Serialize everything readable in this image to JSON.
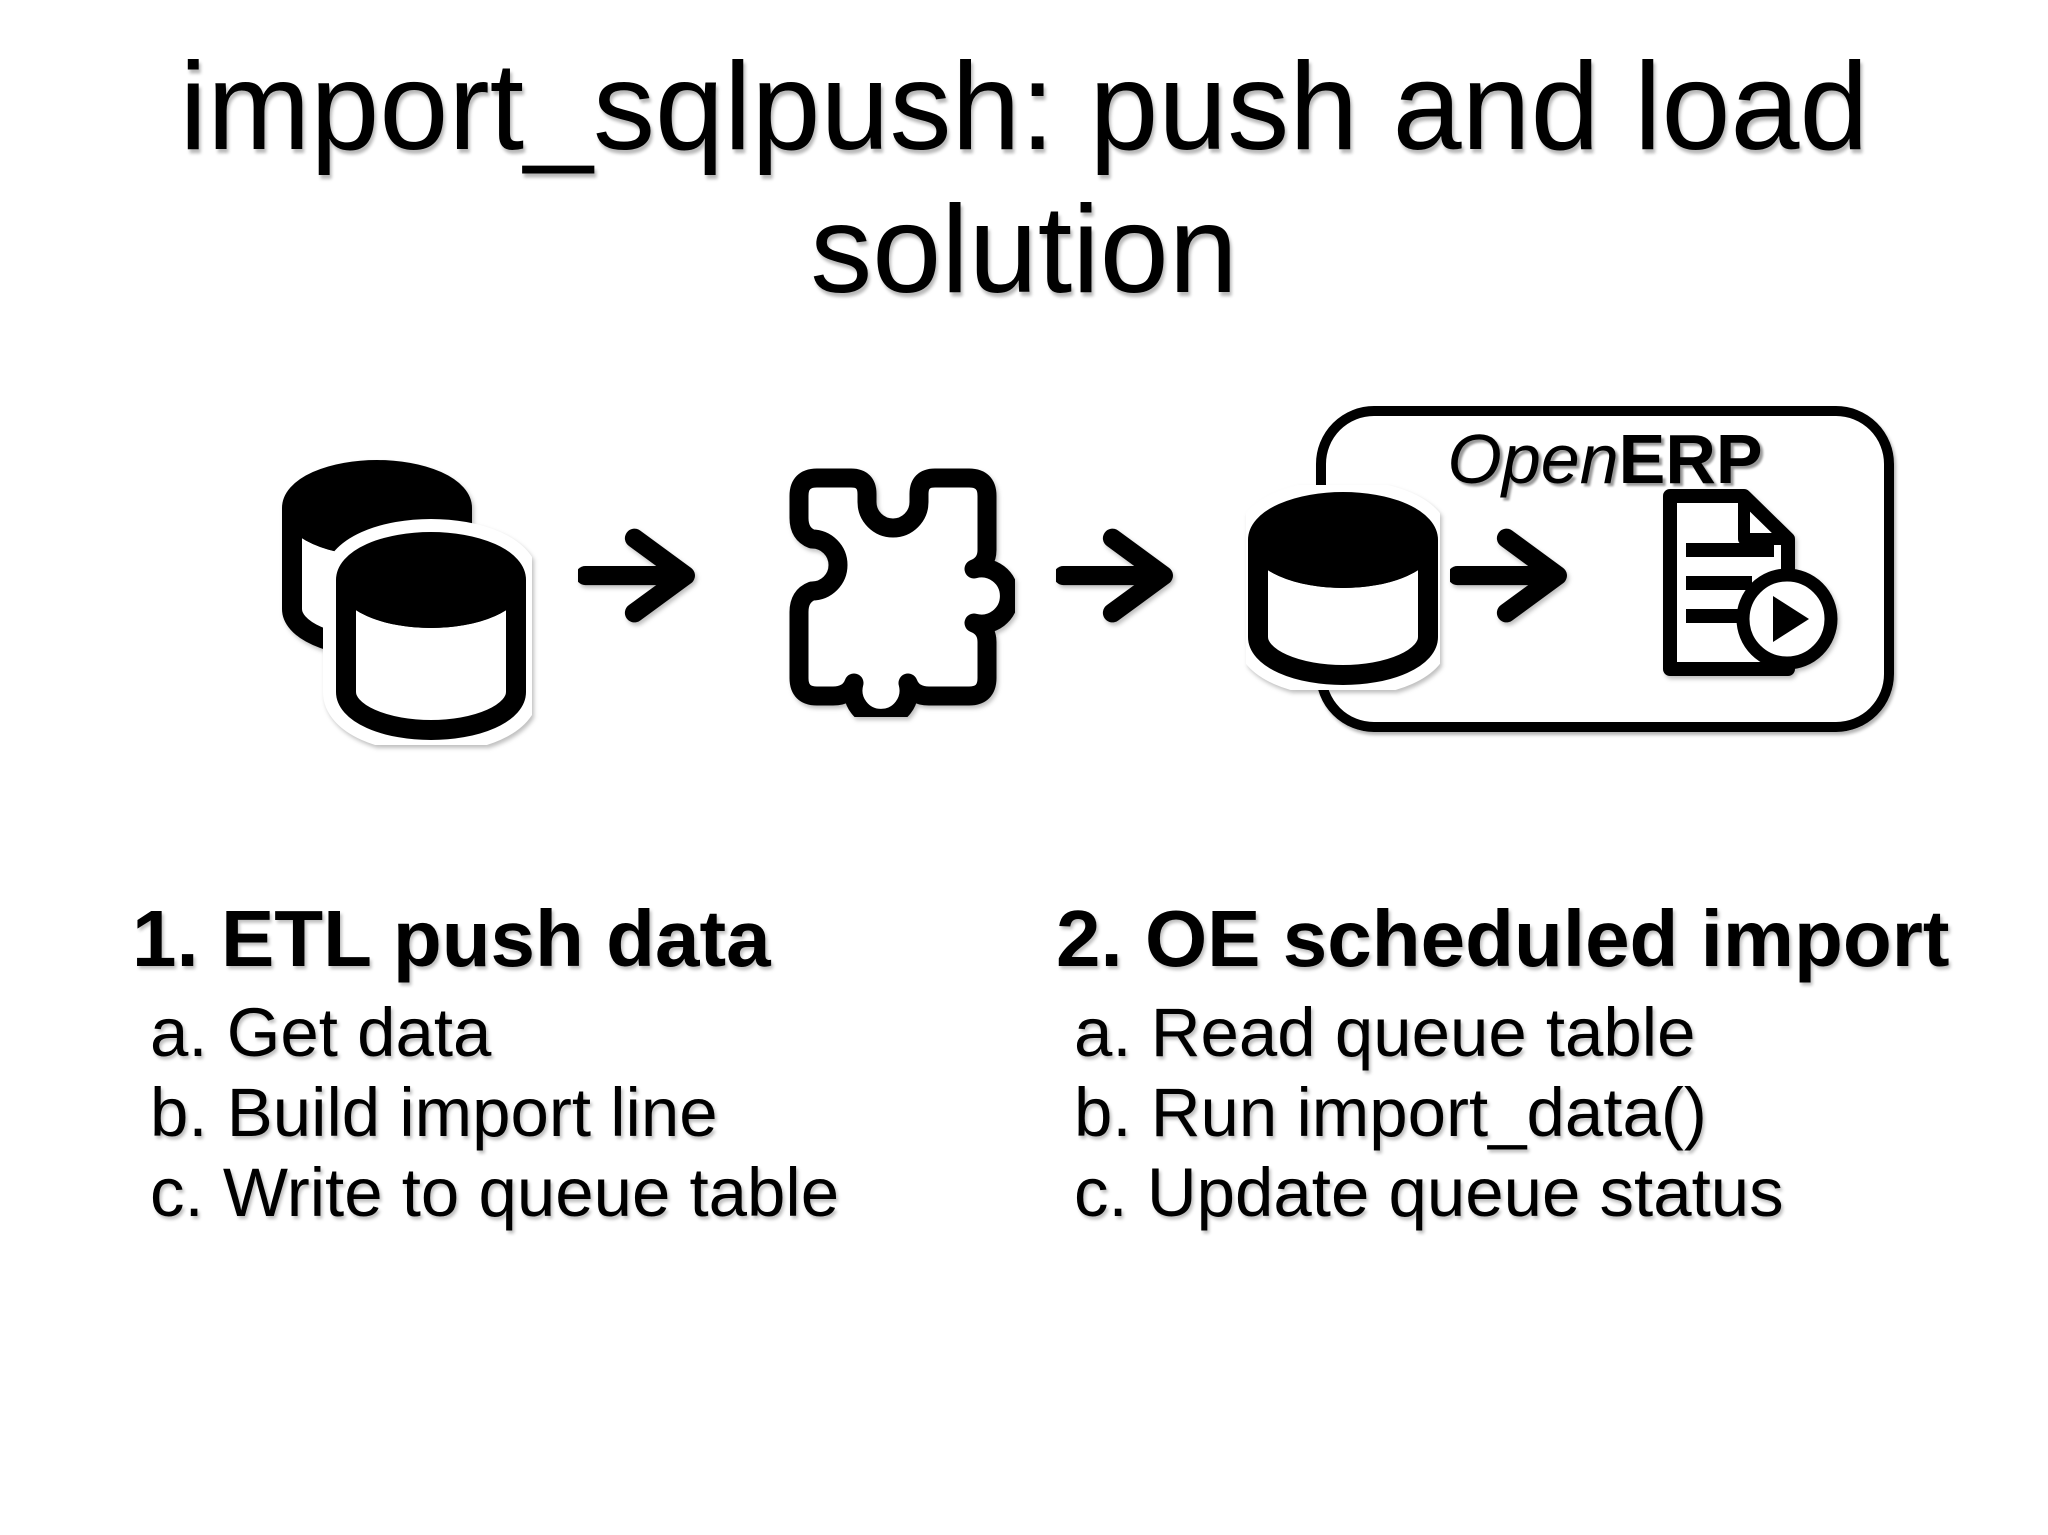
{
  "slide": {
    "title_lines": [
      "import_sqlpush: push and load",
      "solution"
    ]
  },
  "diagram": {
    "openerp_label_italic": "Open",
    "openerp_label_bold": "ERP",
    "flow_icons": [
      "databases-icon",
      "arrow-right-icon",
      "puzzle-icon",
      "arrow-right-icon",
      "database-icon",
      "arrow-right-icon",
      "document-run-icon"
    ]
  },
  "steps": [
    {
      "header": "1. ETL push data",
      "items": [
        "a. Get data",
        "b. Build import line",
        "c. Write to queue table"
      ]
    },
    {
      "header": "2. OE scheduled import",
      "items": [
        "a. Read queue table",
        "b. Run import_data()",
        "c. Update queue status"
      ]
    }
  ],
  "colors": {
    "ink": "#000000",
    "background": "#ffffff",
    "label_shadow": "#999999"
  }
}
